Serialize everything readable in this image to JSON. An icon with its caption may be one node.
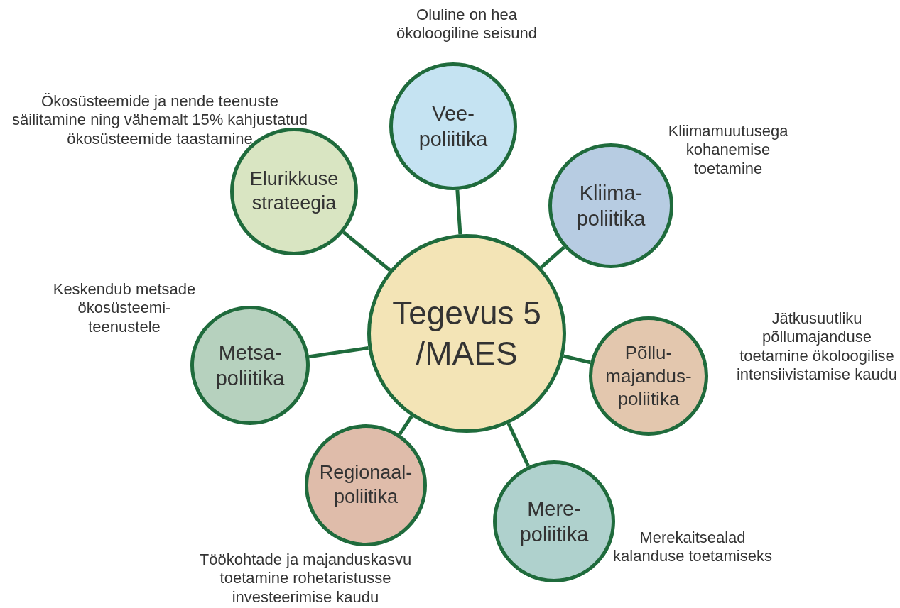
{
  "diagram": {
    "nodes": [
      {
        "text": [
          "Tegevus 5 /MAES"
        ]
      },
      {
        "text": [
          "Vee-poliitika"
        ],
        "beside": [
          "Oluline on hea ökoloogiline seisund"
        ]
      },
      {
        "text": [
          "Kliima-poliitika"
        ],
        "beside": [
          "Kliimamuutusega kohanemise toetamine"
        ]
      },
      {
        "text": [
          "Põllu-majandus-poliitika"
        ],
        "beside": [
          "Jätkusuutliku põllumajanduse toetamine ökoloogilise intensiivistamise kaudu"
        ]
      },
      {
        "text": [
          "Mere-poliitika"
        ],
        "beside": [
          "Merekaitsealad kalanduse toetamiseks"
        ]
      },
      {
        "text": [
          "Regionaal-poliitika"
        ],
        "beside": [
          "Töökohtade ja majanduskasvu toetamine rohetaristusse investeerimise kaudu"
        ]
      },
      {
        "text": [
          "Metsa-poliitika"
        ],
        "beside": [
          "Keskendub metsade ökosüsteemi-teenustele"
        ]
      },
      {
        "text": [
          "Elurikkuse strateegia"
        ],
        "beside": [
          "Ökosüsteemide ja nende teenuste säilitamine ning vähemalt 15% kahjustatud ökosüsteemide taastamine"
        ]
      }
    ],
    "edges": [
      {
        "from": 0,
        "to": 1,
        "arrow": "none"
      },
      {
        "from": 0,
        "to": 2,
        "arrow": "none"
      },
      {
        "from": 0,
        "to": 3,
        "arrow": "none"
      },
      {
        "from": 0,
        "to": 4,
        "arrow": "none"
      },
      {
        "from": 0,
        "to": 5,
        "arrow": "none"
      },
      {
        "from": 0,
        "to": 6,
        "arrow": "none"
      },
      {
        "from": 0,
        "to": 7,
        "arrow": "none"
      }
    ]
  }
}
